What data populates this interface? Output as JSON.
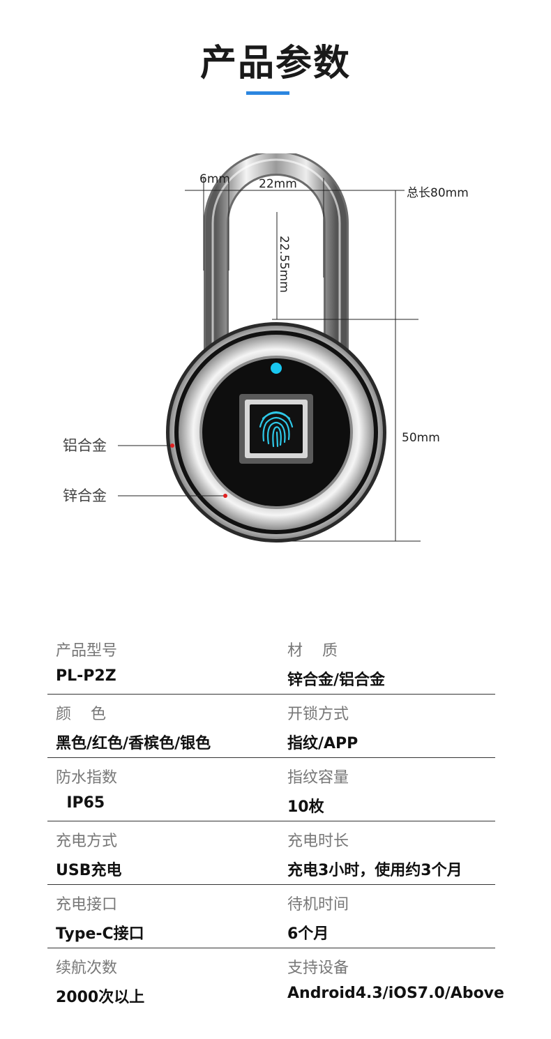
{
  "header": {
    "title": "产品参数"
  },
  "diagram": {
    "dim_shackle_width": "6mm",
    "dim_inner_width": "22mm",
    "dim_total_length": "总长80mm",
    "dim_clearance": "22.55mm",
    "dim_body": "50mm",
    "material_outer": "铝合金",
    "material_inner": "锌合金",
    "colors": {
      "indicator": "#19c7f0",
      "fingerprint": "#2ec8e8",
      "marker": "#e02020",
      "body": "#111111"
    }
  },
  "specs": [
    {
      "left_label": "产品型号",
      "left_value": "PL-P2Z",
      "right_label": "材    质",
      "right_value": "锌合金/铝合金"
    },
    {
      "left_label": "颜    色",
      "left_value": "黑色/红色/香槟色/银色",
      "right_label": "开锁方式",
      "right_value": "指纹/APP"
    },
    {
      "left_label": "防水指数",
      "left_value": "  IP65",
      "right_label": "指纹容量",
      "right_value": "10枚"
    },
    {
      "left_label": "充电方式",
      "left_value": "USB充电",
      "right_label": "充电时长",
      "right_value": "充电3小时，使用约3个月"
    },
    {
      "left_label": "充电接口",
      "left_value": "Type-C接口",
      "right_label": "待机时间",
      "right_value": "6个月"
    },
    {
      "left_label": "续航次数",
      "left_value": "2000次以上",
      "right_label": "支持设备",
      "right_value": "Android4.3/iOS7.0/Above"
    }
  ]
}
